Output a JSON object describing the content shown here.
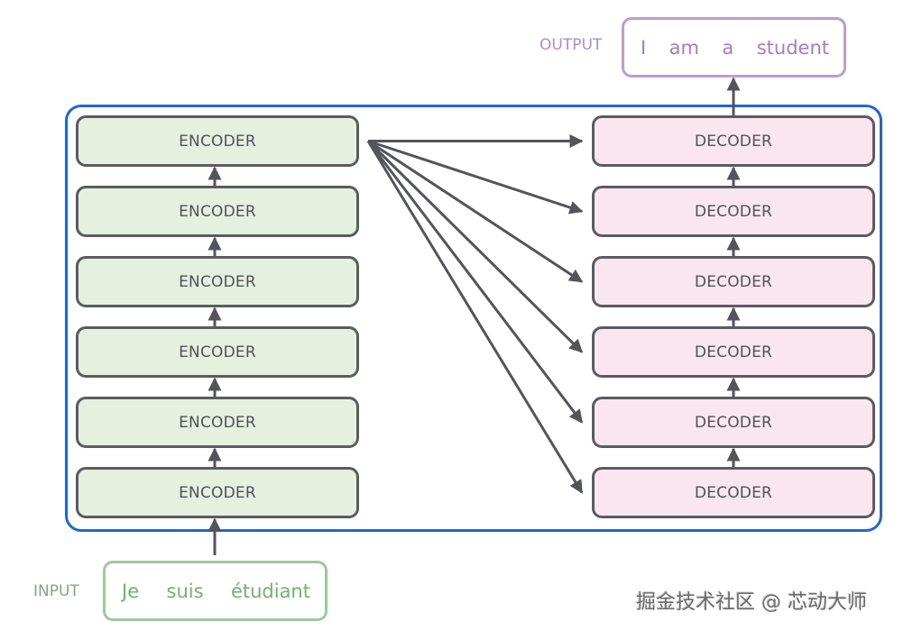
{
  "diagram": {
    "title": "Encoder-Decoder stack",
    "encoders": [
      {
        "label": "ENCODER"
      },
      {
        "label": "ENCODER"
      },
      {
        "label": "ENCODER"
      },
      {
        "label": "ENCODER"
      },
      {
        "label": "ENCODER"
      },
      {
        "label": "ENCODER"
      }
    ],
    "decoders": [
      {
        "label": "DECODER"
      },
      {
        "label": "DECODER"
      },
      {
        "label": "DECODER"
      },
      {
        "label": "DECODER"
      },
      {
        "label": "DECODER"
      },
      {
        "label": "DECODER"
      }
    ],
    "input": {
      "label": "INPUT",
      "tokens": [
        "Je",
        "suis",
        "étudiant"
      ]
    },
    "output": {
      "label": "OUTPUT",
      "tokens": [
        "I",
        "am",
        "a",
        "student"
      ]
    },
    "connections": "top encoder output feeds every decoder layer",
    "colors": {
      "container_border": "#1f66d6",
      "encoder_fill": "#e6f0df",
      "decoder_fill": "#fae6ee",
      "block_border": "#5a5c60",
      "arrow": "#53555a",
      "input_color": "#72b36c",
      "output_color": "#a979c9"
    }
  },
  "watermark": "掘金技术社区 @ 芯动大师"
}
